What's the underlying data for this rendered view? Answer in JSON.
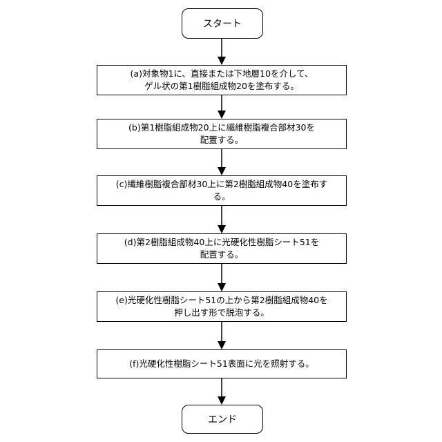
{
  "flow": {
    "start_label": "スタート",
    "end_label": "エンド",
    "steps": [
      {
        "line1": "(a)対象物1に、直接または下地層10を介して、",
        "line2": "ゲル状の第1樹脂組成物20を塗布する。"
      },
      {
        "line1": "(b)第1樹脂組成物20上に繊維樹脂複合部材30を",
        "line2": "配置する。"
      },
      {
        "line1": "(c)繊維樹脂複合部材30上に第2樹脂組成物40を塗布す",
        "line2": "る。"
      },
      {
        "line1": "(d)第2樹脂組成物40上に光硬化性樹脂シート51を",
        "line2": "配置する。"
      },
      {
        "line1": "(e)光硬化性樹脂シート51の上から第2樹脂組成物40を",
        "line2": "押し出す形で脱泡する。"
      },
      {
        "line1": "(f)光硬化性樹脂シート51表面に光を照射する。",
        "line2": ""
      }
    ]
  }
}
